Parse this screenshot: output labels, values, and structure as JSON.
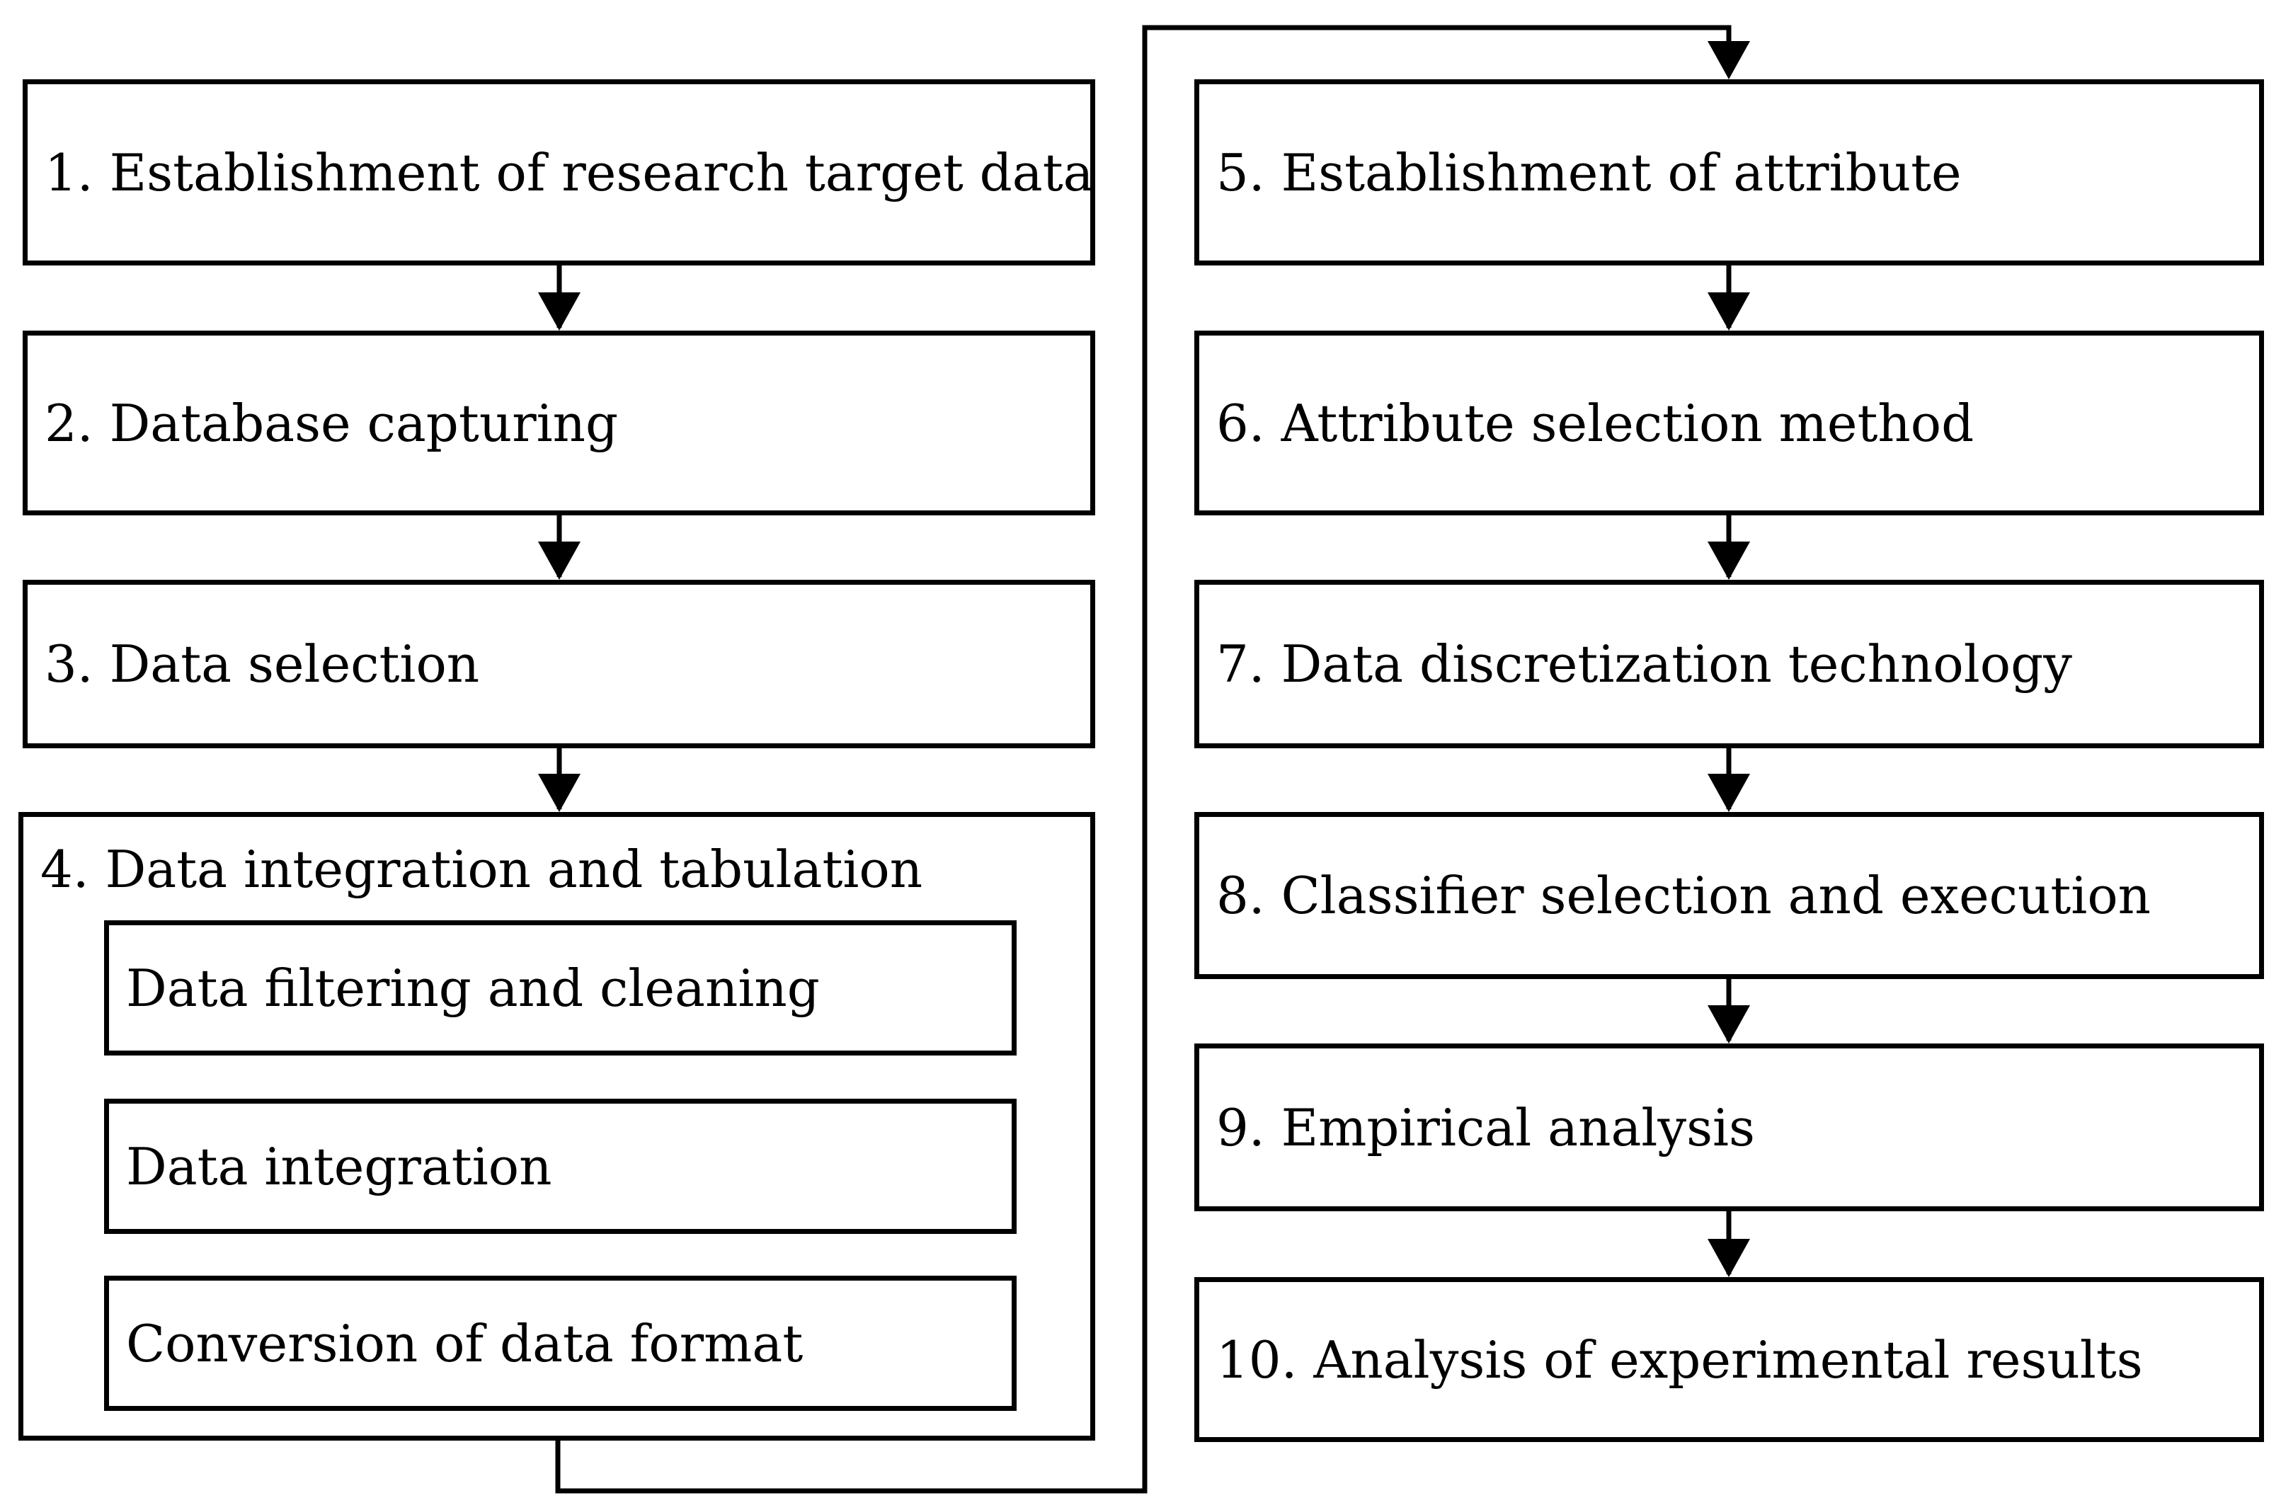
{
  "steps": {
    "s1": "1. Establishment of research target data",
    "s2": "2. Database capturing",
    "s3": "3. Data selection",
    "s4": "4. Data integration and tabulation",
    "s4a": "Data filtering and cleaning",
    "s4b": "Data integration",
    "s4c": "Conversion of data format",
    "s5": "5. Establishment of attribute",
    "s6": "6. Attribute selection method",
    "s7": "7. Data discretization technology",
    "s8": "8. Classifier selection and execution",
    "s9": "9. Empirical analysis",
    "s10": "10. Analysis of experimental results"
  }
}
